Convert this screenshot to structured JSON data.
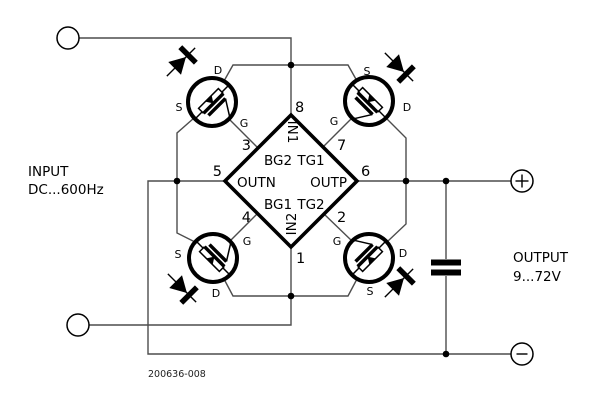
{
  "colors": {
    "background": "#ffffff",
    "wire": "#4d4d4d",
    "ink": "#000000"
  },
  "source_label": {
    "line1": "INPUT",
    "line2": "DC...600Hz"
  },
  "load_label": {
    "line1": "OUTPUT",
    "line2": "9...72V"
  },
  "figure_number": "200636-008",
  "terminals": {
    "plus": "+",
    "minus": "−"
  },
  "bridge_ic": {
    "pins": {
      "p8": {
        "number": "8",
        "name": "IN1"
      },
      "p3": {
        "number": "3",
        "name": "BG2"
      },
      "p5": {
        "number": "5",
        "name": "OUTN"
      },
      "p4": {
        "number": "4",
        "name": "BG1"
      },
      "p1": {
        "number": "1",
        "name": "IN2"
      },
      "p7": {
        "number": "7",
        "name": "TG1"
      },
      "p6": {
        "number": "6",
        "name": "OUTP"
      },
      "p2": {
        "number": "2",
        "name": "TG2"
      }
    }
  },
  "mosfets": {
    "top_left": {
      "s": "S",
      "g": "G",
      "d": "D"
    },
    "top_right": {
      "s": "S",
      "g": "G",
      "d": "D"
    },
    "bottom_left": {
      "s": "S",
      "g": "G",
      "d": "D"
    },
    "bottom_right": {
      "s": "S",
      "g": "G",
      "d": "D"
    }
  }
}
